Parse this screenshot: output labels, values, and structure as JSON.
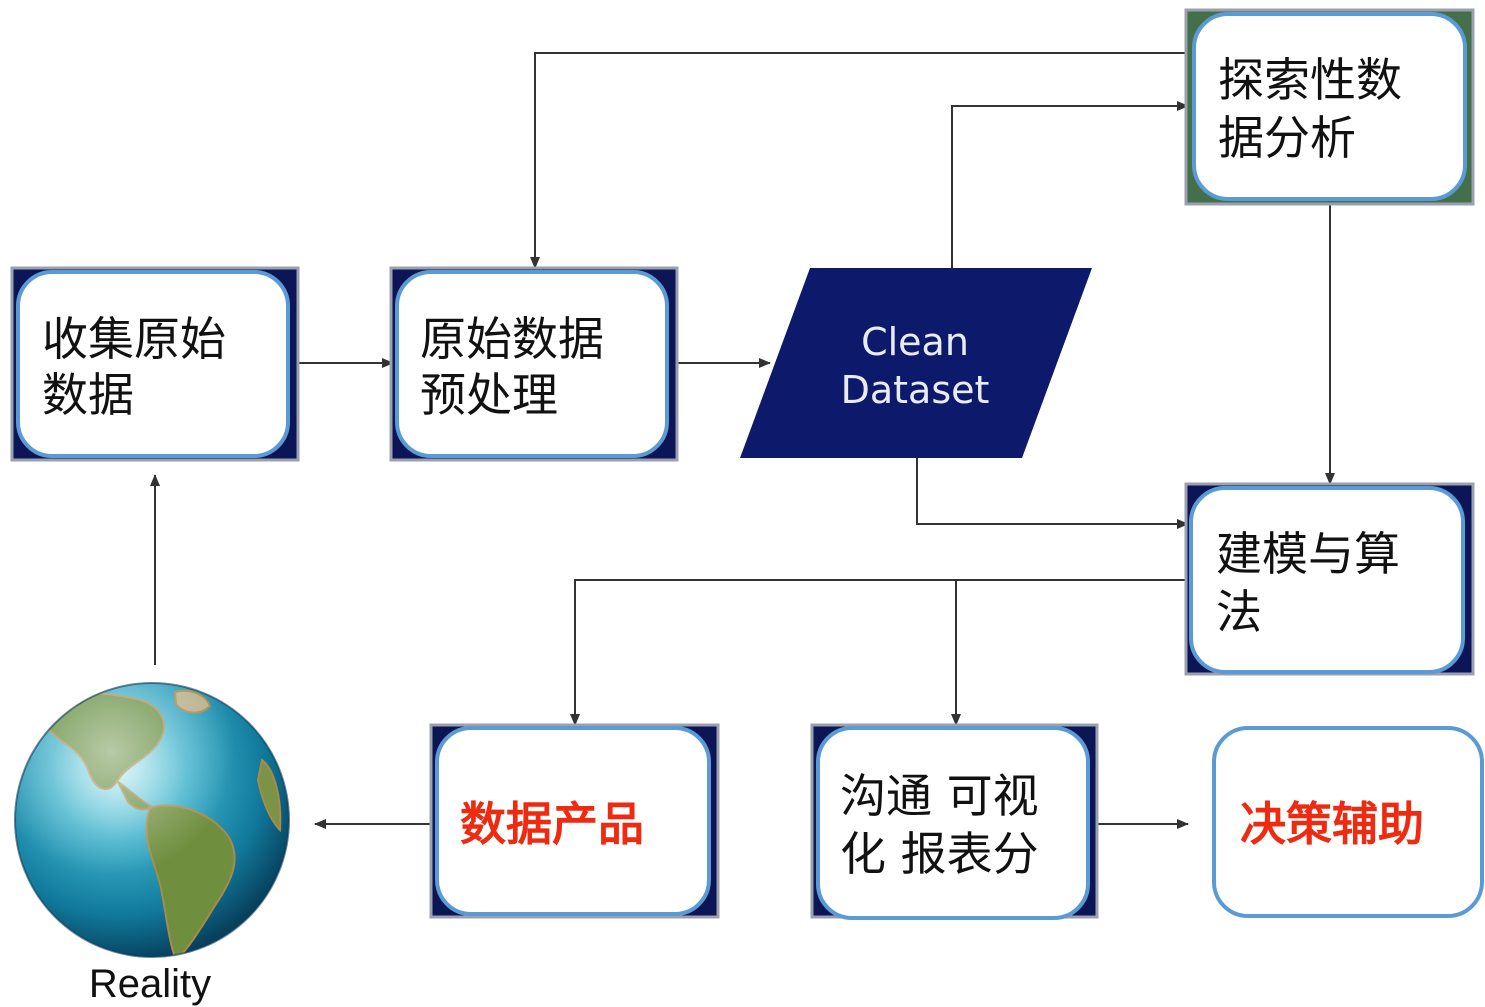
{
  "nodes": {
    "collect": {
      "lines": [
        "收集原始",
        "数据"
      ]
    },
    "preprocess": {
      "lines": [
        "原始数据",
        "预处理"
      ]
    },
    "clean": {
      "lines": [
        "Clean",
        "Dataset"
      ]
    },
    "eda": {
      "lines": [
        "探索性数",
        "据分析"
      ]
    },
    "modeling": {
      "lines": [
        "建模与算",
        "法"
      ]
    },
    "product": {
      "lines": [
        "数据产品"
      ]
    },
    "communicate": {
      "lines": [
        "沟通 可视",
        "化 报表分"
      ]
    },
    "decision": {
      "lines": [
        "决策辅助"
      ]
    }
  },
  "reality": {
    "label": "Reality"
  },
  "colors": {
    "card_border": "#5b9bd5",
    "frame_dark": "#0c1656",
    "frame_green": "#43704a",
    "parallelogram": "#0d1a6b",
    "highlight_text": "#ee2a10",
    "arrow": "#333333"
  }
}
